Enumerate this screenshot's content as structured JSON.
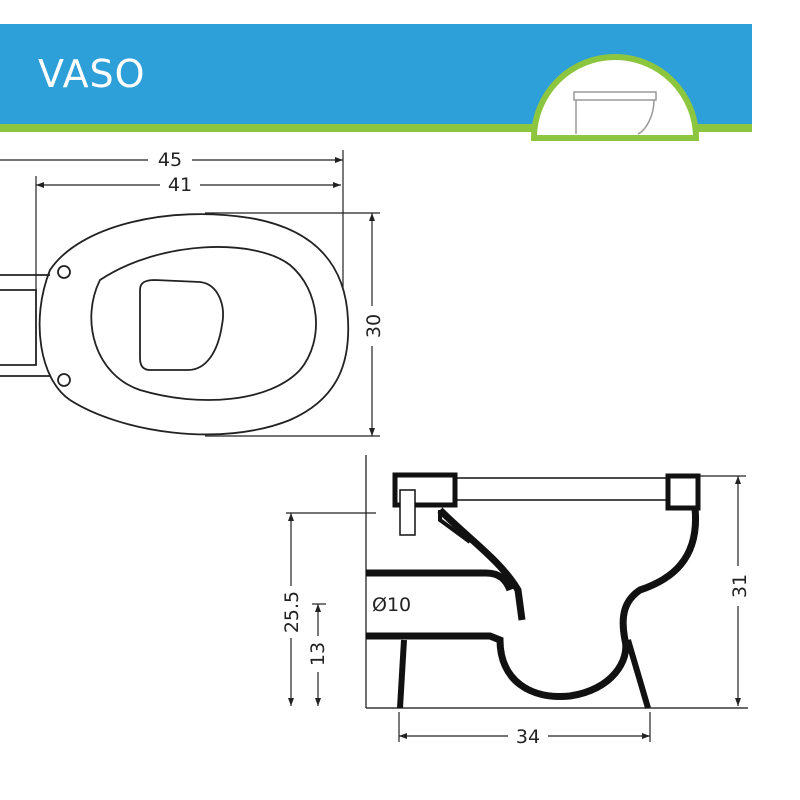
{
  "header": {
    "title": "VASO",
    "band_color": "#2d9fd9",
    "accent_color": "#8cc63f",
    "thumbnail_icon": "toilet-side-icon"
  },
  "top_view": {
    "outer_width": "45",
    "bowl_width": "41",
    "depth": "30"
  },
  "side_view": {
    "total_height": "31",
    "outlet_height": "25.5",
    "inlet_height": "13",
    "outlet_diameter": "Ø10",
    "base_length": "34"
  }
}
